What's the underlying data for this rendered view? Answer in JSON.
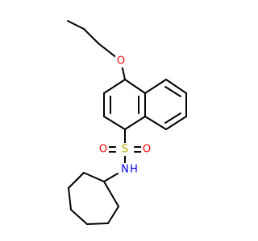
{
  "colors": {
    "background": "#ffffff",
    "bond": "#000000",
    "oxygen": "#ff0000",
    "sulfur": "#b2b200",
    "nitrogen": "#0000ff"
  },
  "atoms": {
    "ether_o": "O",
    "sulfur": "S",
    "sulfonyl_o_left": "O",
    "sulfonyl_o_right": "O",
    "amine_n": "N",
    "amine_h": "H"
  }
}
